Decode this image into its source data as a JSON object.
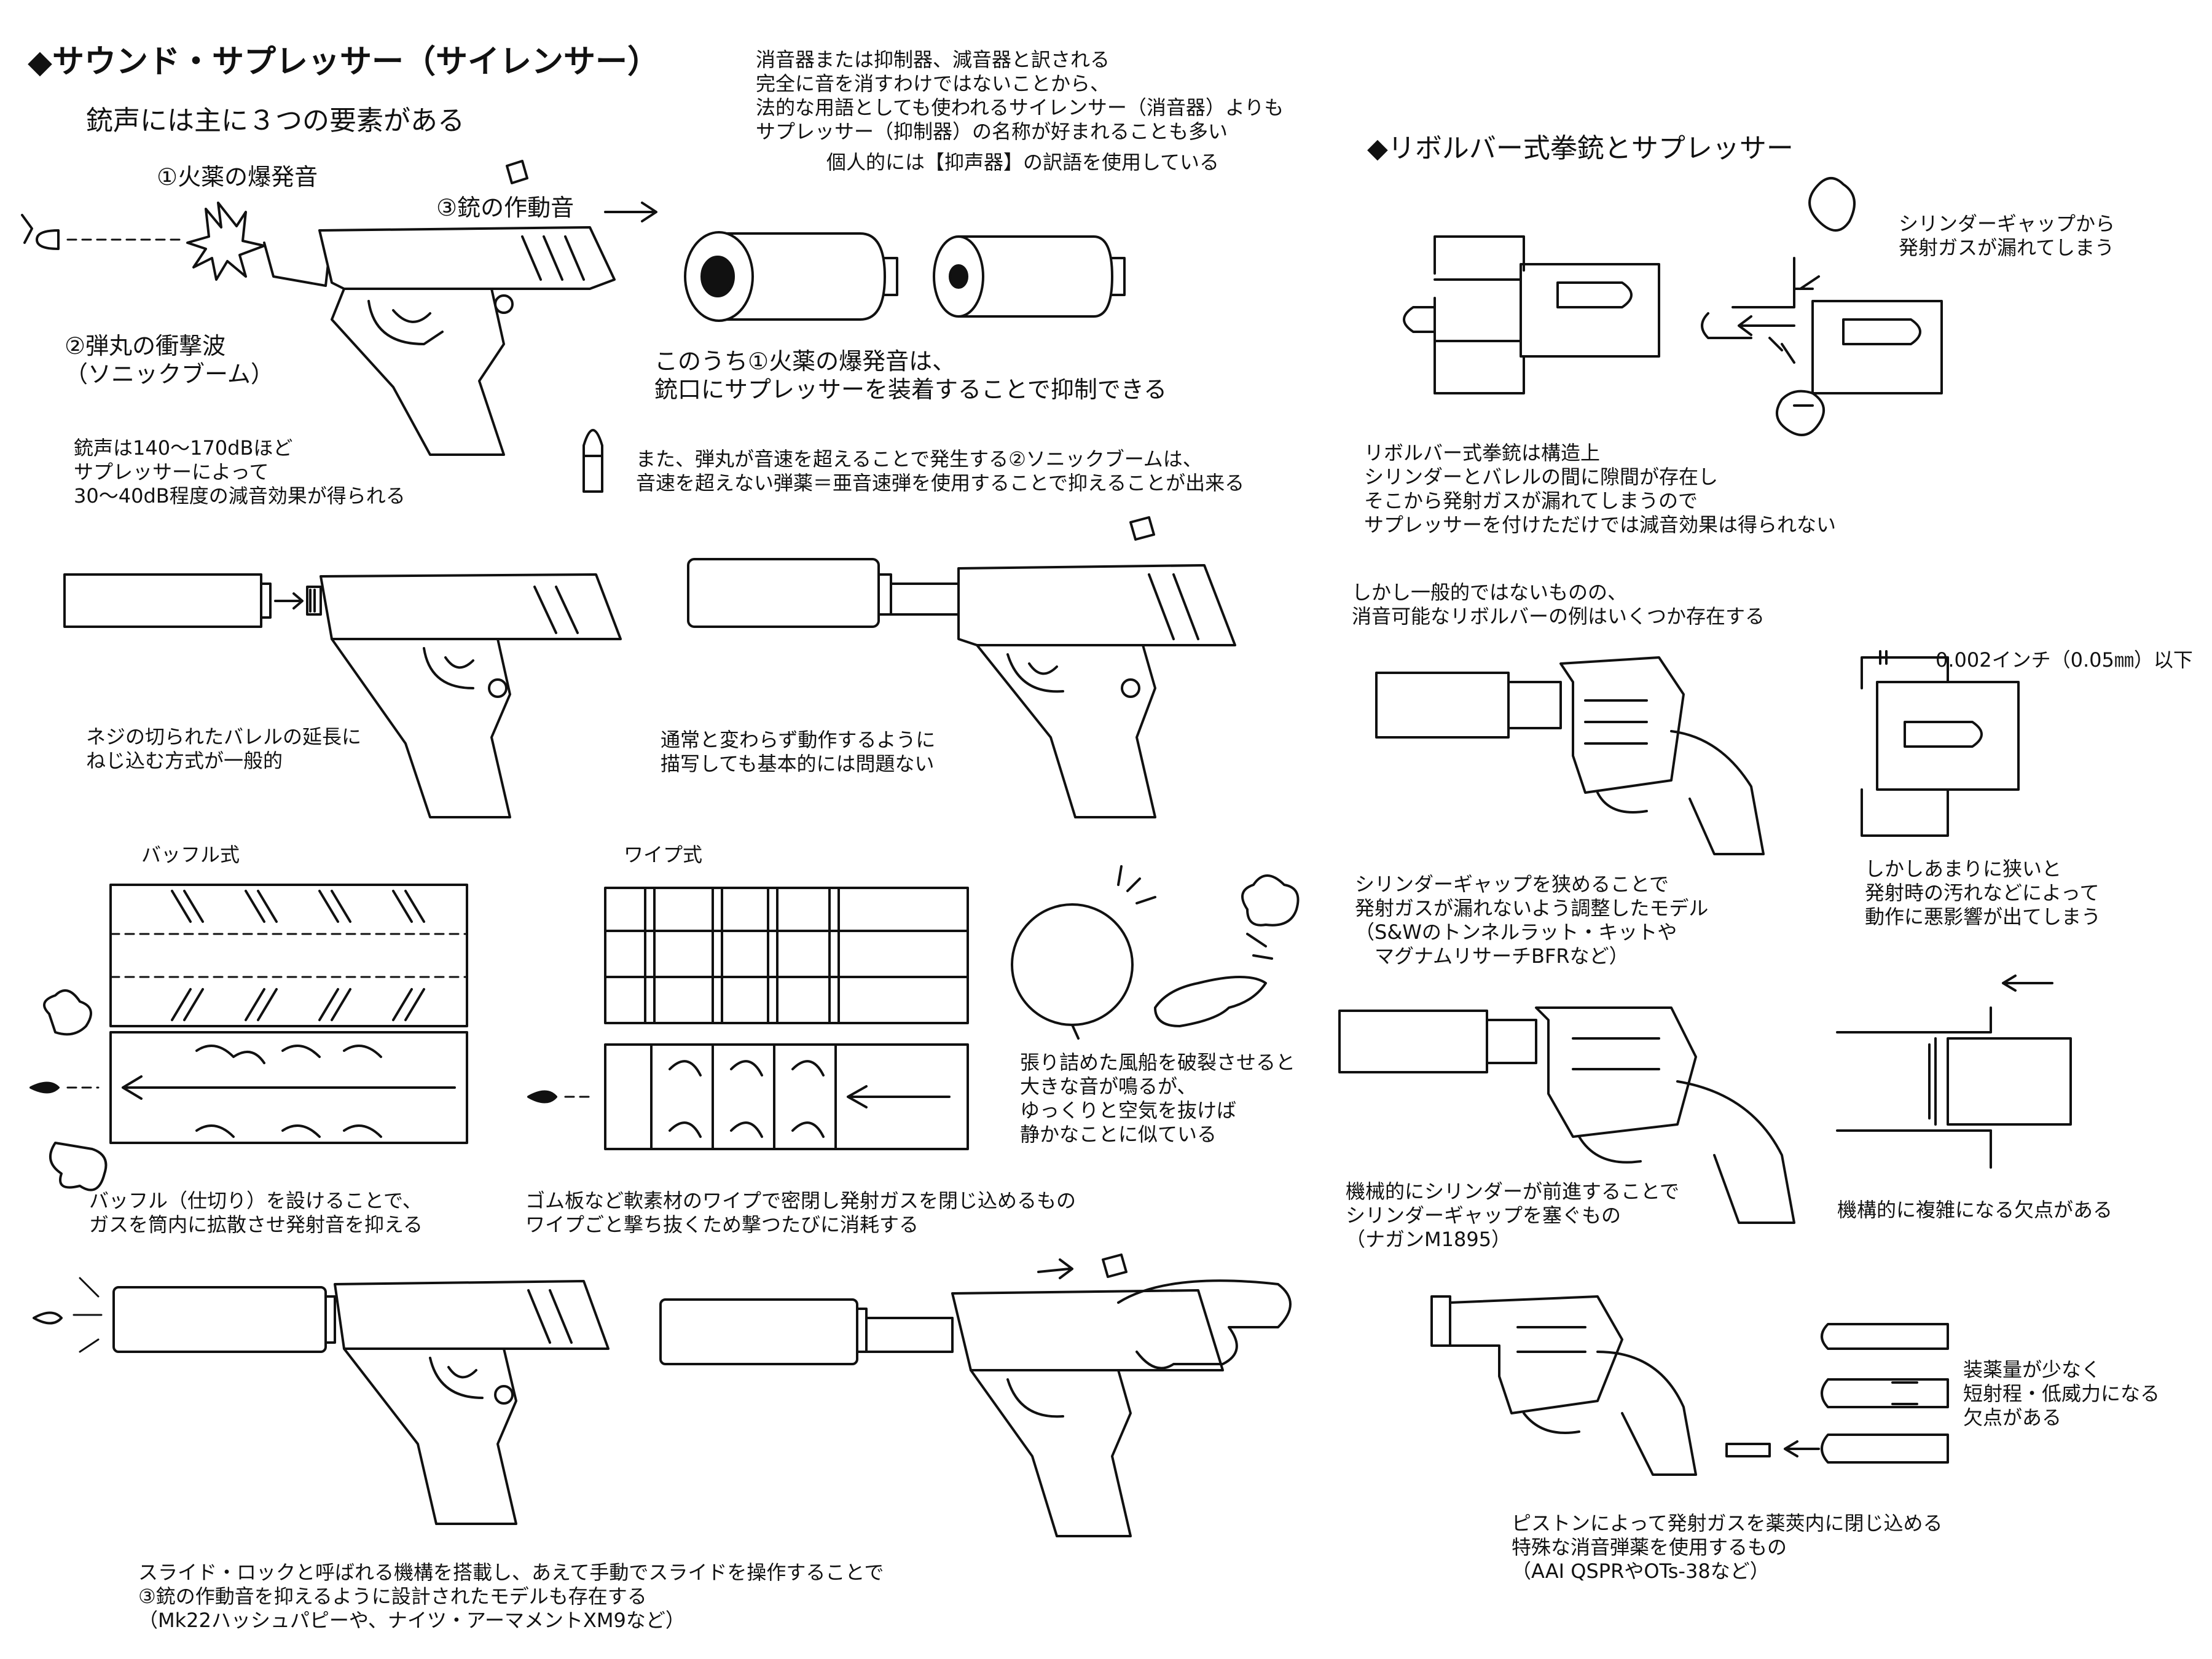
{
  "left": {
    "title": "◆サウンド・サプレッサー（サイレンサー）",
    "subtitle": "銃声には主に３つの要素がある",
    "intro": "消音器または抑制器、減音器と訳される\n完全に音を消すわけではないことから、\n法的な用語としても使われるサイレンサー（消音器）よりも\nサプレッサー（抑制器）の名称が好まれることも多い",
    "personal_note": "個人的には【抑声器】の訳語を使用している",
    "element_1": "①火薬の爆発音",
    "element_2": "②弾丸の衝撃波\n（ソニックブーム）",
    "element_3": "③銃の作動音",
    "decibel_note": "銃声は140～170dBほど\nサプレッサーによって\n30～40dB程度の減音効果が得られる",
    "suppress_note": "このうち①火薬の爆発音は、\n銃口にサプレッサーを装着することで抑制できる",
    "subsonic_note": "また、弾丸が音速を超えることで発生する②ソニックブームは、\n音速を超えない弾薬＝亜音速弾を使用することで抑えることが出来る",
    "thread_note": "ネジの切られたバレルの延長に\nねじ込む方式が一般的",
    "normal_note": "通常と変わらず動作するように\n描写しても基本的には問題ない",
    "baffle_label": "バッフル式",
    "wipe_label": "ワイプ式",
    "balloon_note": "張り詰めた風船を破裂させると\n大きな音が鳴るが、\nゆっくりと空気を抜けば\n静かなことに似ている",
    "baffle_note": "バッフル（仕切り）を設けることで、\nガスを筒内に拡散させ発射音を抑える",
    "wipe_note": "ゴム板など軟素材のワイプで密閉し発射ガスを閉じ込めるもの\nワイプごと撃ち抜くため撃つたびに消耗する",
    "slide_lock_note": "スライド・ロックと呼ばれる機構を搭載し、あえて手動でスライドを操作することで\n③銃の作動音を抑えるように設計されたモデルも存在する\n（Mk22ハッシュパピーや、ナイツ・アーマメントXM9など）"
  },
  "right": {
    "title": "◆リボルバー式拳銃とサプレッサー",
    "gap_leak_note": "シリンダーギャップから\n発射ガスが漏れてしまう",
    "structure_note": "リボルバー式拳銃は構造上\nシリンダーとバレルの間に隙間が存在し\nそこから発射ガスが漏れてしまうので\nサプレッサーを付けただけでは減音効果は得られない",
    "possible_note": "しかし一般的ではないものの、\n消音可能なリボルバーの例はいくつか存在する",
    "gap_spec": "0.002インチ（0.05㎜）以下",
    "narrow_note": "シリンダーギャップを狭めることで\n発射ガスが漏れないよう調整したモデル\n（S&Wのトンネルラット・キットや\n　マグナムリサーチBFRなど）",
    "dirt_note": "しかしあまりに狭いと\n発射時の汚れなどによって\n動作に悪影響が出てしまう",
    "forward_note": "機械的にシリンダーが前進することで\nシリンダーギャップを塞ぐもの\n（ナガンM1895）",
    "complex_note": "機構的に複雑になる欠点がある",
    "charge_note": "装薬量が少なく\n短射程・低威力になる\n欠点がある",
    "piston_note": "ピストンによって発射ガスを薬莢内に閉じ込める\n特殊な消音弾薬を使用するもの\n（AAI QSPRやOTs-38など）"
  }
}
